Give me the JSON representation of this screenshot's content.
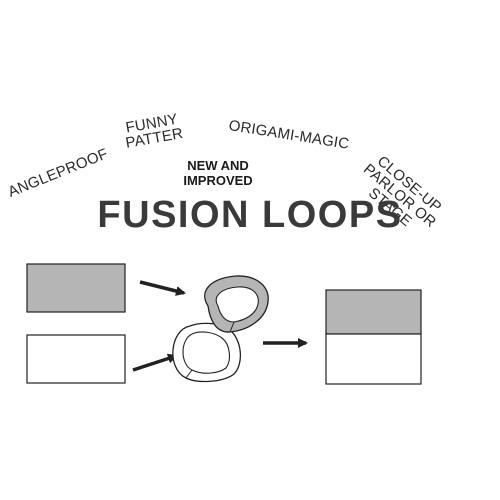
{
  "labels": {
    "angleproof": "ANGLEPROOF",
    "funny_line1": "FUNNY",
    "funny_line2": "PATTER",
    "origami_magic": "ORIGAMI-MAGIC",
    "new_line1": "NEW AND",
    "new_line2": "IMPROVED",
    "close_line1": "CLOSE-UP",
    "close_line2": "PARLOR OR",
    "close_line3": "STAGE"
  },
  "title": "FUSION LOOPS",
  "colors": {
    "text": "#2a2a2a",
    "title": "#3a3a3a",
    "grey_strip": "#b5b5b5",
    "white_strip": "#ffffff",
    "outline": "#222222"
  },
  "icons": [
    "arrow-right-icon",
    "arrow-up-right-icon",
    "loop-figure-eight-icon"
  ]
}
